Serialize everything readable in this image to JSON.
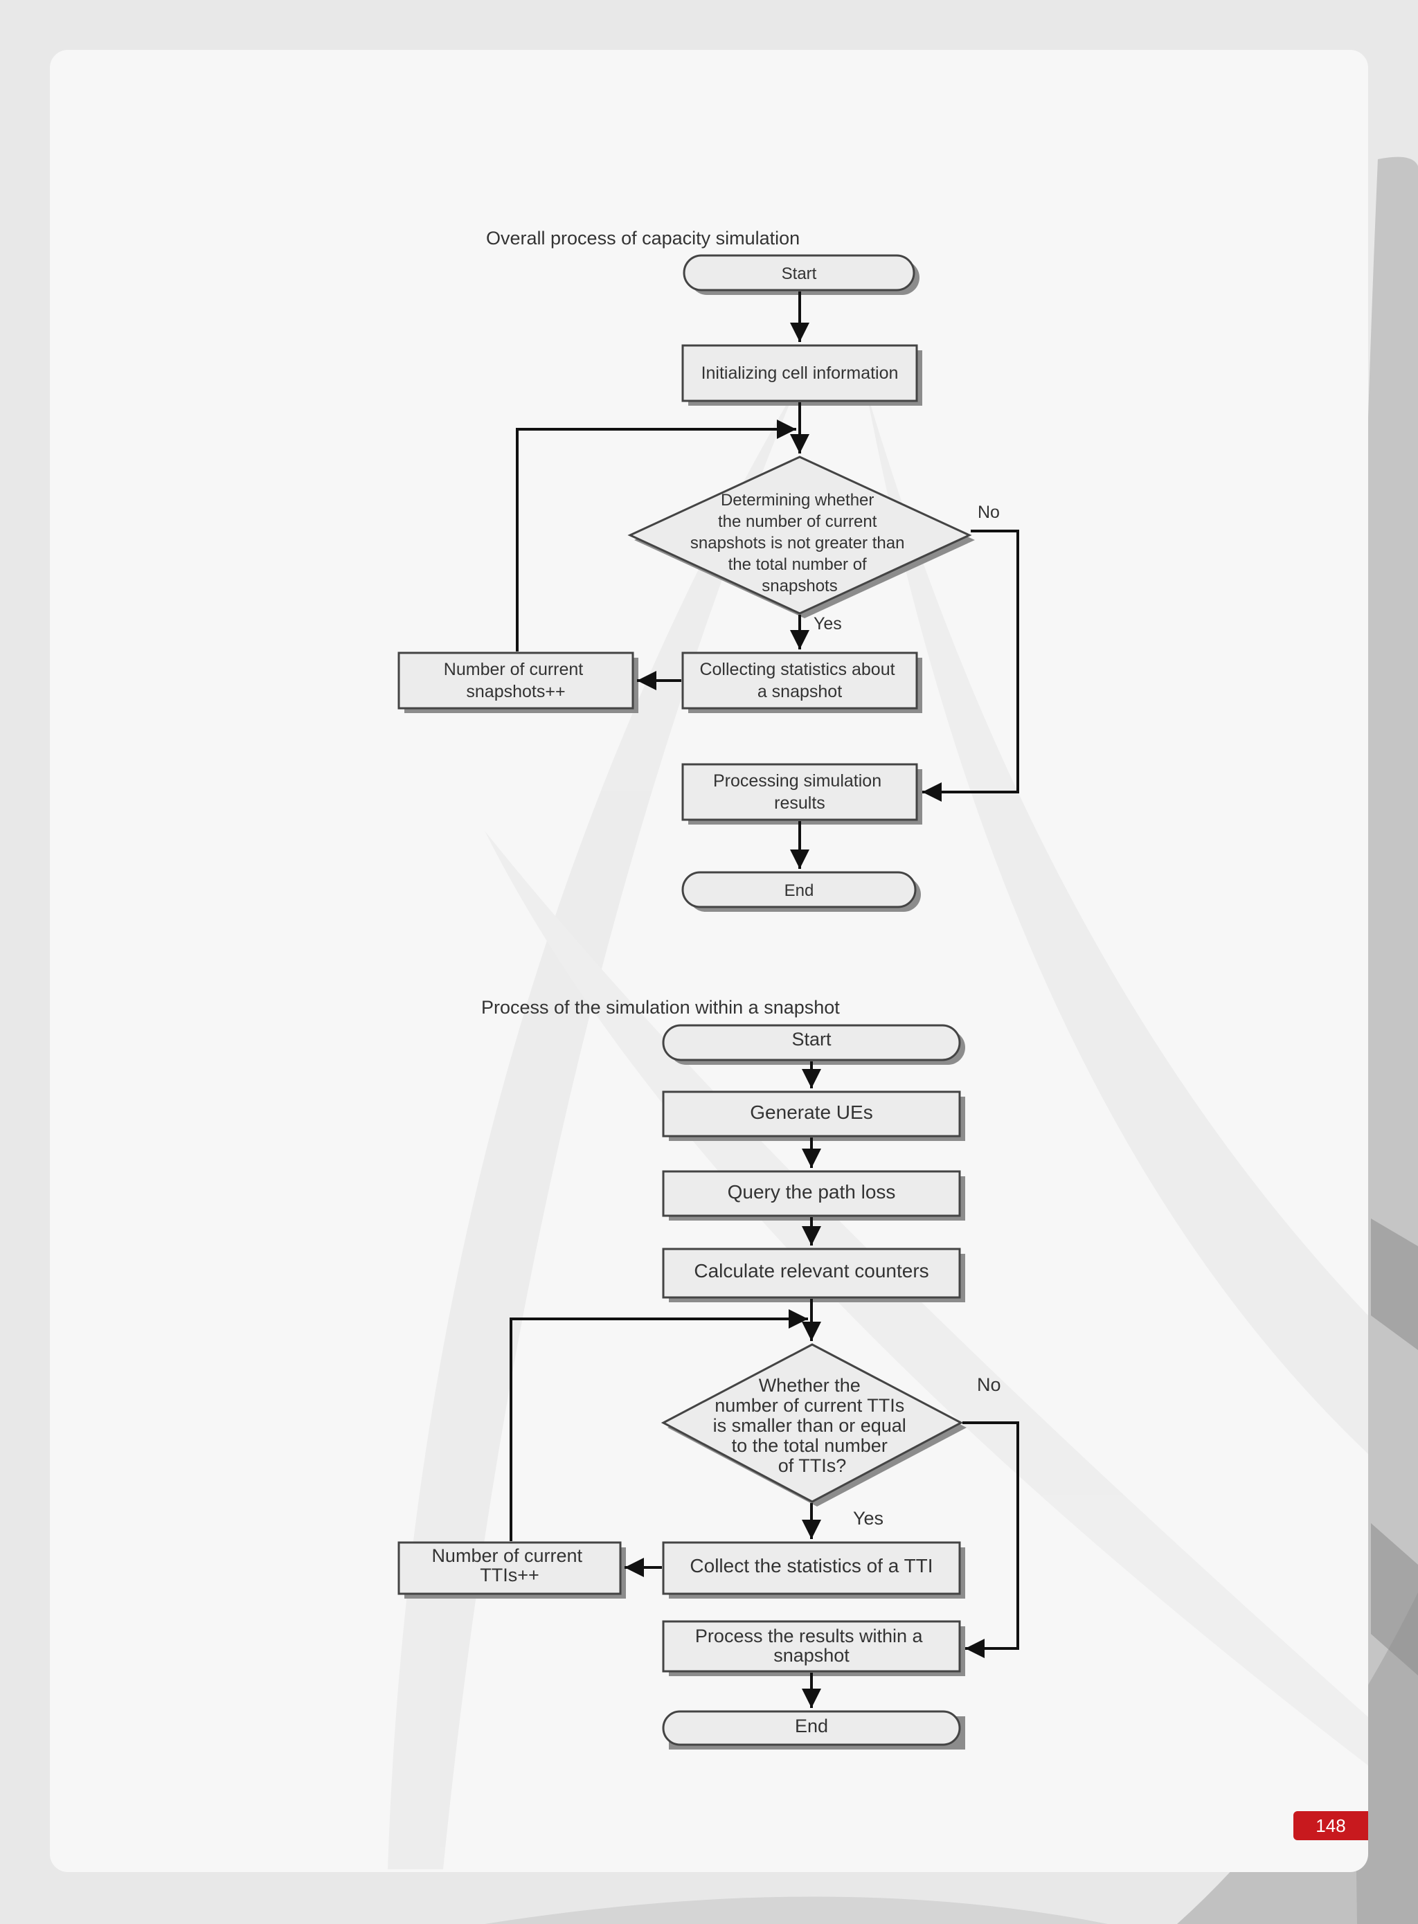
{
  "page_number": "148",
  "colors": {
    "page_background": "#e8e8e8",
    "card": "#f7f7f7",
    "badge": "#c8191e"
  },
  "flowchart1": {
    "title": "Overall process of capacity simulation",
    "nodes": {
      "start": "Start",
      "init": "Initializing cell information",
      "decision": [
        "Determining whether",
        "the number of current",
        "snapshots is not greater than",
        "the total number of",
        "snapshots"
      ],
      "collect": [
        "Collecting statistics about",
        "a snapshot"
      ],
      "increment": [
        "Number of current",
        "snapshots++"
      ],
      "process": [
        "Processing simulation",
        "results"
      ],
      "end": "End"
    },
    "labels": {
      "yes": "Yes",
      "no": "No"
    }
  },
  "flowchart2": {
    "title": "Process of the simulation within a snapshot",
    "nodes": {
      "start": "Start",
      "generate": "Generate UEs",
      "query": "Query the path loss",
      "calculate": "Calculate relevant counters",
      "decision": [
        "Whether the",
        "number of current TTIs",
        "is smaller than or equal",
        "to the total number",
        "of TTIs?"
      ],
      "collect": "Collect the statistics of a TTI",
      "increment": [
        "Number of current",
        "TTIs++"
      ],
      "process": [
        "Process the results within a",
        "snapshot"
      ],
      "end": "End"
    },
    "labels": {
      "yes": "Yes",
      "no": "No"
    }
  }
}
